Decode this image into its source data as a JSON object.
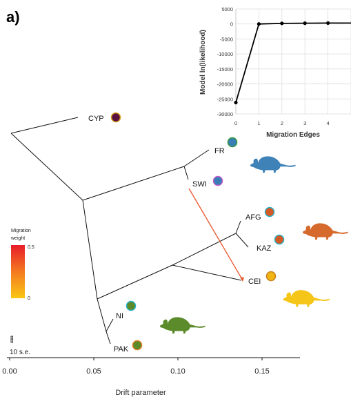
{
  "panel_label": "a)",
  "tree": {
    "x_axis_label": "Drift parameter",
    "x_ticks": [
      "0.00",
      "0.05",
      "0.10",
      "0.15"
    ],
    "x_tick_values": [
      0.0,
      0.05,
      0.1,
      0.15
    ],
    "scale_bar_label": "10 s.e.",
    "populations": [
      {
        "id": "CYP",
        "label": "CYP",
        "color": "#5a1140",
        "border": "#d9a21e"
      },
      {
        "id": "FR",
        "label": "FR",
        "color": "#3a7db5",
        "border": "#2f9a3a"
      },
      {
        "id": "SWI",
        "label": "SWI",
        "color": "#3a7db5",
        "border": "#c45ad0"
      },
      {
        "id": "AFG",
        "label": "AFG",
        "color": "#d35a24",
        "border": "#29b0c9"
      },
      {
        "id": "KAZ",
        "label": "KAZ",
        "color": "#d35a24",
        "border": "#29b0c9"
      },
      {
        "id": "CEI",
        "label": "CEI",
        "color": "#f0b613",
        "border": "#c97d1a"
      },
      {
        "id": "NI",
        "label": "NI",
        "color": "#5c8a2b",
        "border": "#29b0c9"
      },
      {
        "id": "PAK",
        "label": "PAK",
        "color": "#5c8a2b",
        "border": "#e07a1e"
      }
    ],
    "migration_edge": {
      "from": "SWI",
      "to": "CEI",
      "color": "#e8562a"
    },
    "mouse_colors": {
      "blue": "#3f82b8",
      "orange": "#d66a2c",
      "yellow": "#f5c518",
      "green": "#5b8b2b"
    }
  },
  "legend": {
    "title_line1": "Migration",
    "title_line2": "weight",
    "max_label": "0.5",
    "min_label": "0",
    "gradient_colors": [
      "#e81c2a",
      "#f47a20",
      "#f9c715"
    ]
  },
  "chart_data": {
    "type": "line",
    "xlabel": "Migration Edges",
    "ylabel": "Model ln(likelihood)",
    "x": [
      0,
      1,
      2,
      3,
      4,
      5
    ],
    "y_tick_labels": [
      "5000",
      "0",
      "-5000",
      "-10000",
      "-15000",
      "-20000",
      "-25000",
      "-30000"
    ],
    "y_tick_values": [
      5000,
      0,
      -5000,
      -10000,
      -15000,
      -20000,
      -25000,
      -30000
    ],
    "x_tick_labels": [
      "0",
      "1",
      "2",
      "3",
      "4"
    ],
    "series": [
      {
        "values": [
          -26200,
          0,
          200,
          250,
          300,
          300
        ],
        "markers": [
          true,
          true,
          true,
          true,
          true,
          false
        ]
      }
    ],
    "xlim": [
      0,
      5
    ],
    "ylim": [
      -30000,
      5000
    ],
    "grid": true,
    "line_color": "#000000"
  }
}
